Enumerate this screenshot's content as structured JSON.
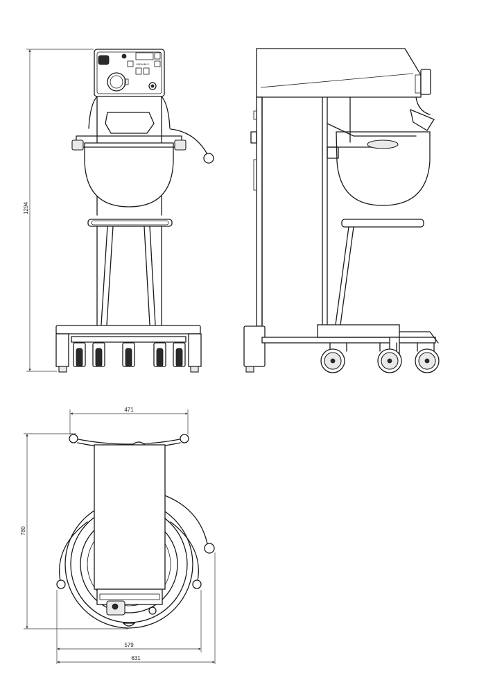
{
  "dimensions": {
    "height": "1294",
    "depth": "780",
    "width_top": "471",
    "width_wheels": "579",
    "width_overall": "631"
  },
  "control_panel": {
    "speed_label": "VARIABLE"
  },
  "colors": {
    "line": "#1a1a1a",
    "background": "#ffffff"
  }
}
